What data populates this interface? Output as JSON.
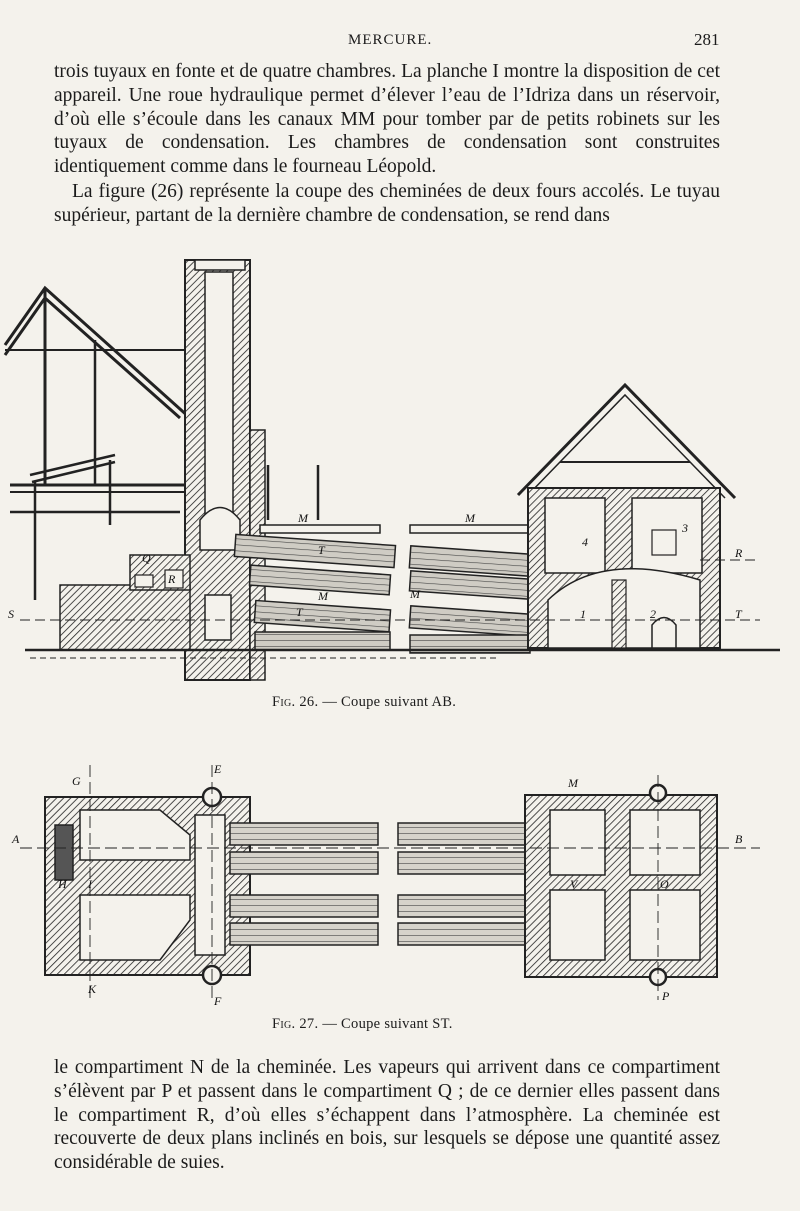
{
  "header": {
    "running_head": "MERCURE.",
    "page_number": "281"
  },
  "paragraphs": {
    "p1": "trois tuyaux en fonte et de quatre chambres. La planche I montre la disposition de cet appareil. Une roue hydraulique permet d’élever l’eau de l’Idriza dans un réservoir, d’où elle s’écoule dans les canaux MM pour tomber par de petits robinets sur les tuyaux de condensation. Les chambres de condensation sont construites identiquement comme dans le fourneau Léopold.",
    "p2": "La figure (26) représente la coupe des cheminées de deux fours accolés. Le tuyau supérieur, partant de la dernière chambre de condensation, se rend dans",
    "p3": "le compartiment N de la cheminée. Les vapeurs qui arrivent dans ce compartiment s’élèvent par P et passent dans le compartiment Q ; de ce dernier elles passent dans le compartiment R, d’où elles s’échappent dans l’atmosphère. La cheminée est recouverte de deux plans inclinés en bois, sur lesquels se dépose une quantité assez considérable de suies."
  },
  "figures": {
    "fig26": {
      "fig_label": "Fig. 26.",
      "caption_text": " — Coupe suivant AB.",
      "labels": {
        "S": "S",
        "Q": "Q",
        "R_small": "R",
        "M1": "M",
        "M2": "M",
        "M3": "M",
        "M4": "M",
        "T1": "T",
        "T2": "T",
        "n1": "1",
        "n2": "2",
        "n3": "3",
        "n4": "4",
        "R_right": "R",
        "T_right": "T"
      }
    },
    "fig27": {
      "fig_label": "Fig. 27.",
      "caption_text": " — Coupe suivant ST.",
      "labels": {
        "A": "A",
        "B": "B",
        "G": "G",
        "E": "E",
        "H": "H",
        "I": "I",
        "K": "K",
        "F": "F",
        "M": "M",
        "V": "V",
        "O": "O",
        "P": "P"
      }
    }
  }
}
